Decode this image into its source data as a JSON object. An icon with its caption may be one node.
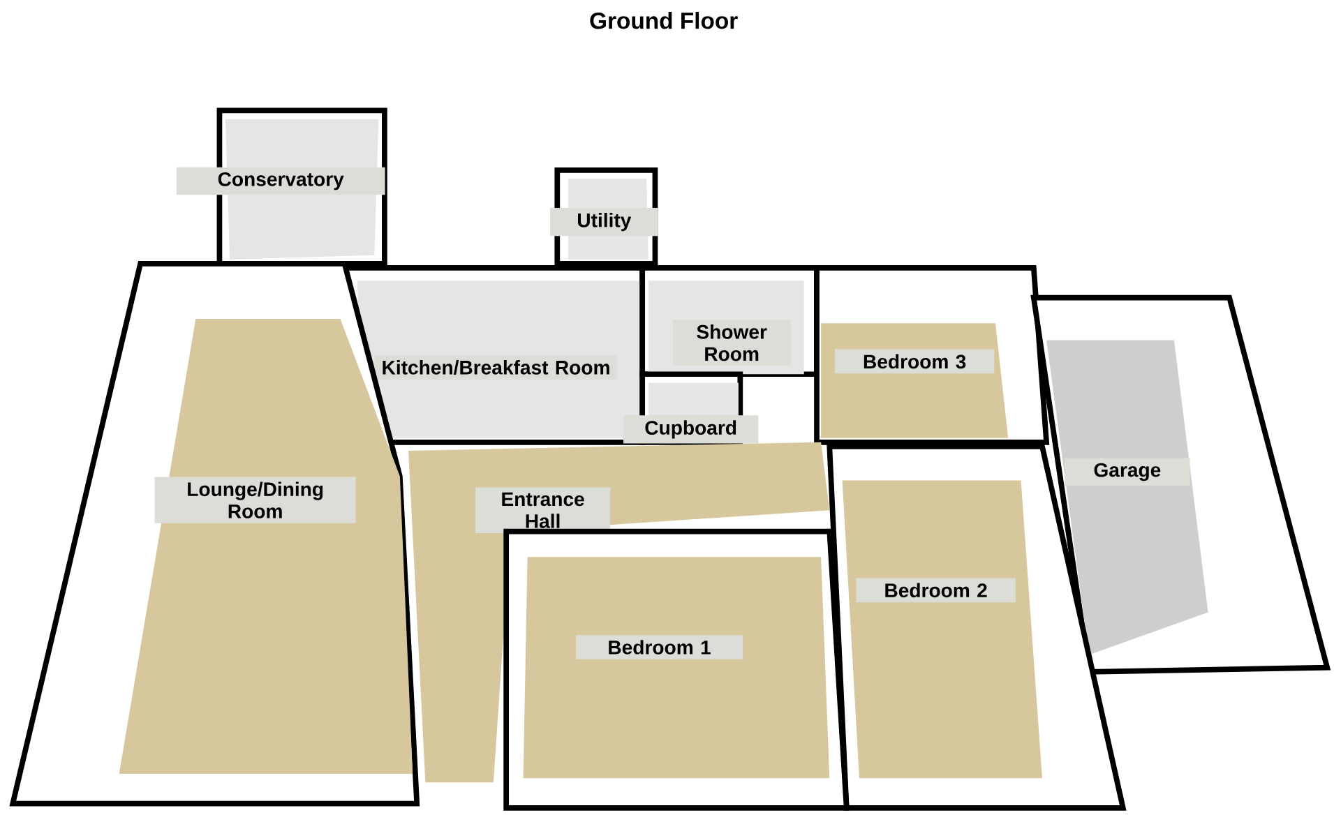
{
  "diagram": {
    "title": "Ground Floor",
    "nodes": [
      {
        "text": [
          "Conservatory"
        ]
      },
      {
        "text": [
          "Utility"
        ]
      },
      {
        "text": [
          "Kitchen/Breakfast Room"
        ]
      },
      {
        "text": [
          "Shower Room"
        ]
      },
      {
        "text": [
          "Cupboard"
        ]
      },
      {
        "text": [
          "Bedroom 3"
        ]
      },
      {
        "text": [
          "Lounge/Dining Room"
        ]
      },
      {
        "text": [
          "Entrance Hall"
        ]
      },
      {
        "text": [
          "Garage"
        ]
      },
      {
        "text": [
          "Bedroom 2"
        ]
      },
      {
        "text": [
          "Bedroom 1"
        ]
      }
    ]
  }
}
